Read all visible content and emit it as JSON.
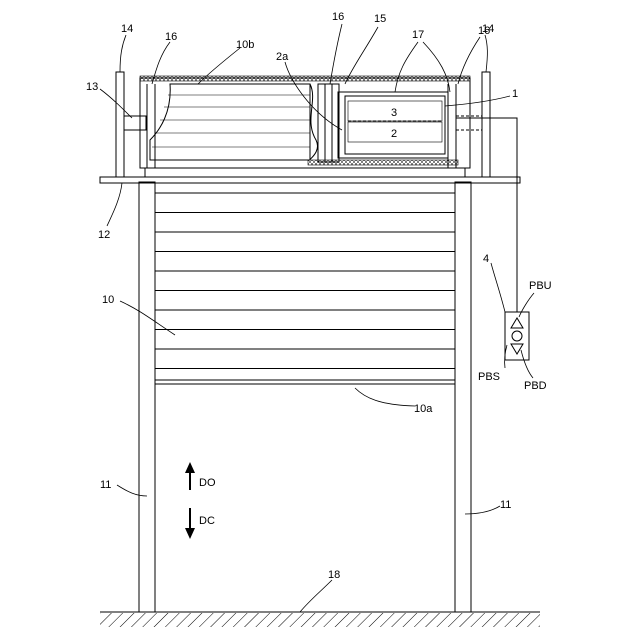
{
  "labels": {
    "l14a": "14",
    "l14b": "14",
    "l16a": "16",
    "l16b": "16",
    "l16c": "16",
    "l10b": "10b",
    "l15": "15",
    "l17": "17",
    "l2a": "2a",
    "l1": "1",
    "l3": "3",
    "l2": "2",
    "l13": "13",
    "l12": "12",
    "l4": "4",
    "lPBU": "PBU",
    "lPBS": "PBS",
    "lPBD": "PBD",
    "l10": "10",
    "l10a": "10a",
    "l11a": "11",
    "l11b": "11",
    "lDO": "DO",
    "lDC": "DC",
    "l18": "18"
  }
}
